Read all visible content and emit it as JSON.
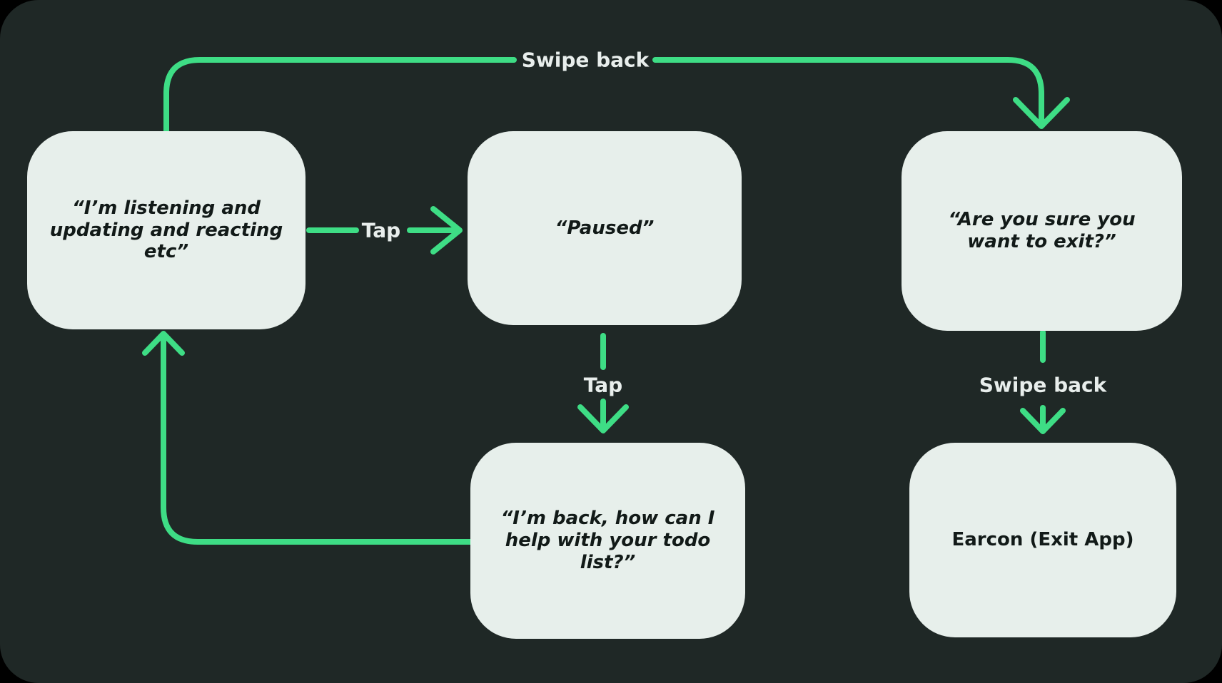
{
  "diagram": {
    "colors": {
      "background": "#1f2826",
      "node_fill": "#e7efeb",
      "node_text": "#121a18",
      "arrow": "#3edd85",
      "label_text": "#e8eeec"
    },
    "nodes": [
      {
        "id": "listening",
        "text": "“I’m listening and\nupdating and reacting\netc”"
      },
      {
        "id": "paused",
        "text": "“Paused”"
      },
      {
        "id": "exit-confirm",
        "text": "“Are you sure you\nwant to exit?”"
      },
      {
        "id": "back",
        "text": "“I’m back, how can I\nhelp with your todo\nlist?”"
      },
      {
        "id": "earcon",
        "text": "Earcon (Exit App)"
      }
    ],
    "edges": [
      {
        "from": "listening",
        "to": "exit-confirm",
        "label": "Swipe back"
      },
      {
        "from": "listening",
        "to": "paused",
        "label": "Tap"
      },
      {
        "from": "paused",
        "to": "back",
        "label": "Tap"
      },
      {
        "from": "back",
        "to": "listening",
        "label": ""
      },
      {
        "from": "exit-confirm",
        "to": "earcon",
        "label": "Swipe back"
      }
    ]
  }
}
